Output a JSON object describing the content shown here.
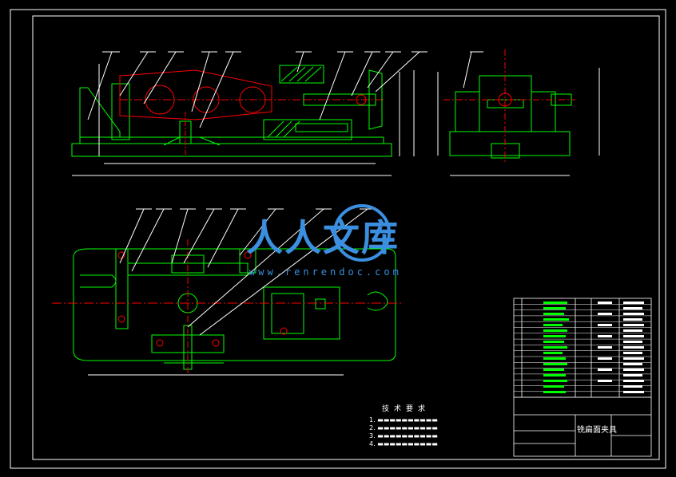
{
  "watermark": {
    "text": "人人文库",
    "url": "www.renrendoc.com",
    "color": "#3b8fe0"
  },
  "technical_requirements": {
    "title": "技术要求",
    "items": [
      "1.",
      "2.",
      "3.",
      "4."
    ]
  },
  "title_block": {
    "drawing_name": "铣扁面夹具"
  },
  "colors": {
    "frame": "#ffffff",
    "outline": "#00ff00",
    "section": "#ff0000",
    "dimension": "#ffffff",
    "centerline": "#ff0000",
    "leader": "#ffffff"
  }
}
